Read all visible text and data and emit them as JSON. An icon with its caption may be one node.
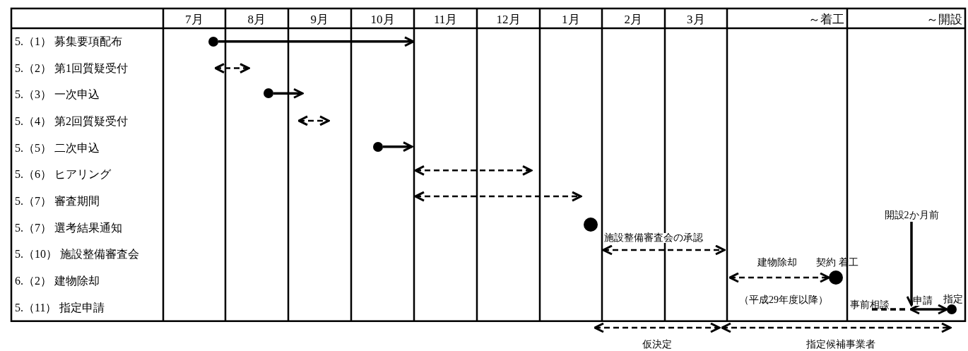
{
  "diagram": {
    "nodes": [
      {
        "text": [],
        "shape": "circle"
      },
      {
        "text": [],
        "shape": "circle"
      },
      {
        "text": [],
        "shape": "circle"
      },
      {
        "text": [
          "開設2か月前"
        ]
      },
      {
        "text": [],
        "shape": "circle"
      },
      {
        "text": [],
        "shape": "circle",
        "beside": [
          "契約 着工"
        ]
      },
      {
        "text": [],
        "shape": "circle",
        "beside": [
          "指定"
        ]
      }
    ],
    "edges": [
      {
        "from": 0,
        "to": null,
        "arrow": "to"
      },
      {
        "from": 1,
        "to": null,
        "arrow": "to"
      },
      {
        "from": 2,
        "to": null,
        "arrow": "to"
      },
      {
        "from": null,
        "to": 5,
        "arrow": "both",
        "style": "dashed",
        "label": "建物除却"
      },
      {
        "from": 3,
        "to": null,
        "arrow": "to"
      },
      {
        "from": null,
        "to": 6,
        "arrow": "both",
        "label": "申請"
      }
    ],
    "labels": [
      "7月",
      "8月",
      "9月",
      "10月",
      "11月",
      "12月",
      "1月",
      "2月",
      "3月",
      "～着工",
      "～開設",
      "5.（1） 募集要項配布",
      "5.（2） 第1回質疑受付",
      "5.（3） 一次申込",
      "5.（4） 第2回質疑受付",
      "5.（5） 二次申込",
      "5.（6） ヒアリング",
      "5.（7） 審査期間",
      "5.（7） 選考結果通知",
      "5.（10） 施設整備審査会",
      "6.（2） 建物除却",
      "5.（11） 指定申請",
      "施設整備審査会の承認",
      "（平成29年度以降）",
      "事前相談",
      "仮決定",
      "指定候補事業者"
    ]
  }
}
